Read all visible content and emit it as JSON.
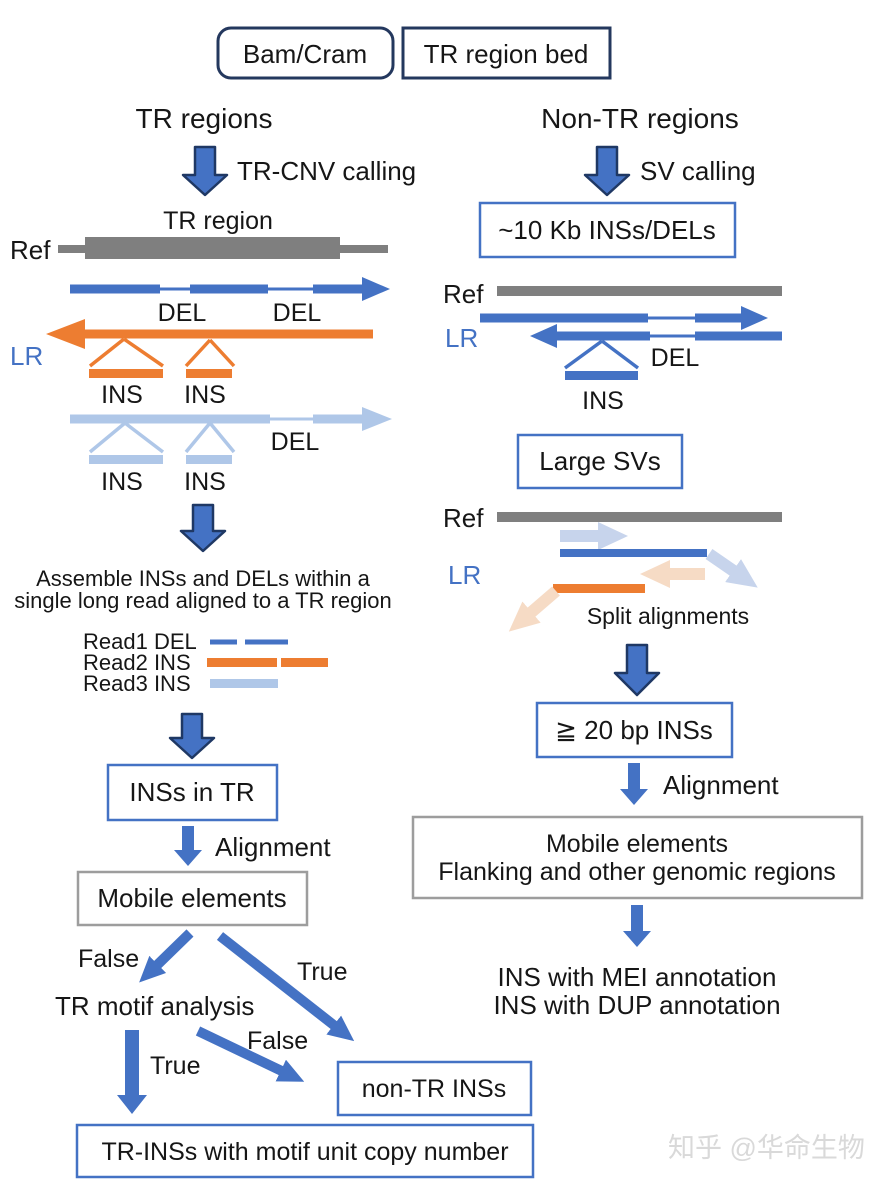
{
  "colors": {
    "blue": "#4472C4",
    "dark_navy": "#1F3864",
    "orange": "#ED7D31",
    "light_blue": "#AFC7E8",
    "faded_blue": "#C7D4EC",
    "faded_orange": "#F6DBC5",
    "gray_bar": "#7F7F7F",
    "gray_box_border": "#9d9d9d",
    "watermark": "#d9d9d9"
  },
  "top": {
    "bam_cram": "Bam/Cram",
    "tr_region_bed": "TR region bed"
  },
  "left": {
    "heading": "TR regions",
    "calling_label": "TR-CNV calling",
    "tr_region_label": "TR region",
    "ref_label": "Ref",
    "lr_label": "LR",
    "blue_read_dels": [
      "DEL",
      "DEL"
    ],
    "orange_read_ins": [
      "INS",
      "INS"
    ],
    "lightblue_read_ins": [
      "INS",
      "INS"
    ],
    "lightblue_read_del": "DEL",
    "assemble_line1": "Assemble INSs and DELs within a",
    "assemble_line2": "single long read aligned to a TR region",
    "reads": [
      "Read1 DEL",
      "Read2 INS",
      "Read3 INS"
    ],
    "ins_in_tr_box": "INSs in TR",
    "alignment_label": "Alignment",
    "mobile_elements_box": "Mobile elements",
    "branch_false": "False",
    "branch_true": "True",
    "tr_motif_label": "TR motif analysis",
    "motif_true": "True",
    "motif_false": "False",
    "non_tr_ins_box": "non-TR INSs",
    "result_box": "TR-INSs with motif unit copy number"
  },
  "right": {
    "heading": "Non-TR regions",
    "calling_label": "SV calling",
    "ins_del_box": "~10 Kb INSs/DELs",
    "ref_label1": "Ref",
    "lr_label1": "LR",
    "del_label": "DEL",
    "ins_label": "INS",
    "large_sv_box": "Large SVs",
    "ref_label2": "Ref",
    "lr_label2": "LR",
    "split_alignments_label": "Split alignments",
    "ins20_box": "≧ 20 bp INSs",
    "alignment_label": "Alignment",
    "mobile_line1": "Mobile elements",
    "mobile_line2": "Flanking and other genomic regions",
    "result_line1": "INS with MEI annotation",
    "result_line2": "INS with DUP annotation"
  },
  "watermark": "知乎 @华命生物"
}
